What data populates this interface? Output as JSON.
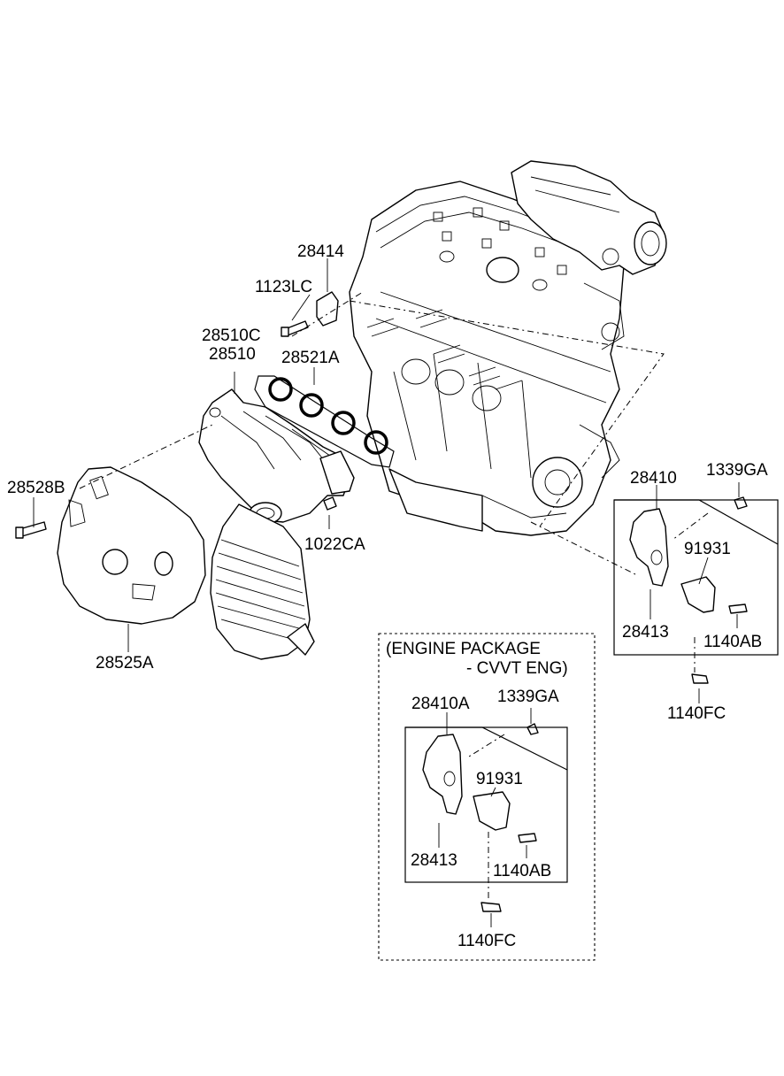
{
  "labels": {
    "bolt_1123lc": "1123LC",
    "bracket_28414": "28414",
    "manifold_28510c": "28510C",
    "manifold_28510": "28510",
    "gasket_28521a": "28521A",
    "bolt_28528b": "28528B",
    "nut_1022ca": "1022CA",
    "heat_protector_28525a": "28525A",
    "stay_28410": "28410",
    "nut_1339ga": "1339GA",
    "bracket_91931": "91931",
    "bracket_28413": "28413",
    "bolt_1140ab": "1140AB",
    "bolt_1140fc": "1140FC"
  },
  "package_box": {
    "title_line1": "(ENGINE PACKAGE",
    "title_line2": "- CVVT ENG)",
    "stay_28410a": "28410A",
    "nut_1339ga": "1339GA",
    "bracket_91931": "91931",
    "bracket_28413": "28413",
    "bolt_1140ab": "1140AB",
    "bolt_1140fc": "1140FC"
  }
}
